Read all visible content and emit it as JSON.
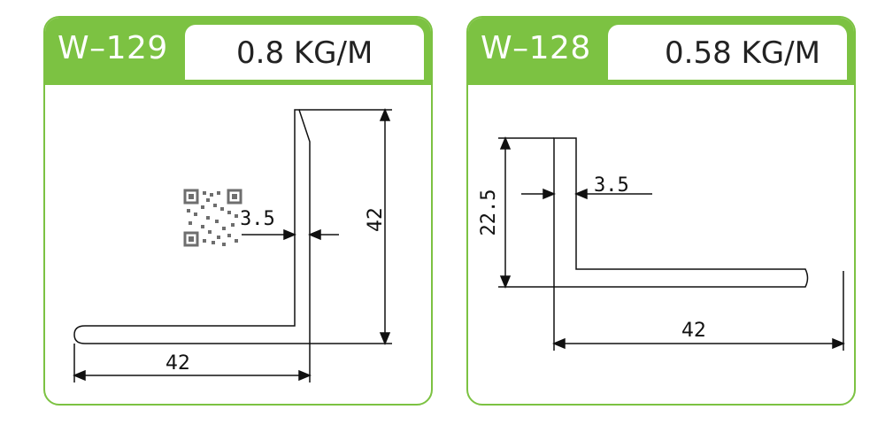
{
  "profiles": [
    {
      "model": "W–129",
      "weight": "0.8 KG/M",
      "dims": {
        "thickness": "3.5",
        "height": "42",
        "width": "42"
      }
    },
    {
      "model": "W–128",
      "weight": "0.58 KG/M",
      "dims": {
        "thickness": "3.5",
        "height": "22.5",
        "width": "42"
      }
    }
  ],
  "colors": {
    "accent": "#7cc242",
    "line": "#111111"
  },
  "icons": {
    "qr": "qr-code-icon"
  }
}
